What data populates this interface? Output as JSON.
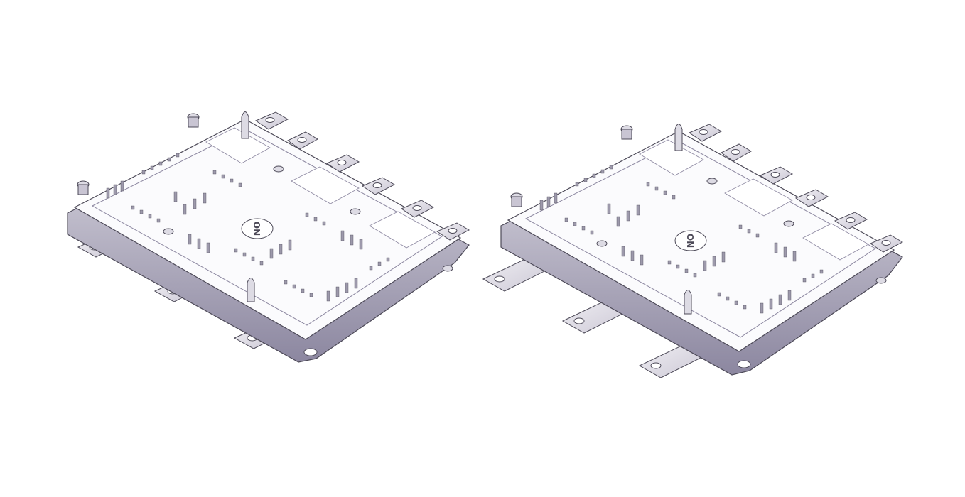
{
  "modules": [
    {
      "logo_text": "ON",
      "variant": "short-terminals"
    },
    {
      "logo_text": "ON",
      "variant": "long-terminals"
    }
  ],
  "colors": {
    "background": "#ffffff",
    "frame": "#b9b5c4",
    "frame_shadow": "#8c87a0",
    "frame_light": "#dddbe4",
    "substrate": "#fbfbfd",
    "pins": "#9d99ab",
    "outline": "#4d4a58"
  }
}
